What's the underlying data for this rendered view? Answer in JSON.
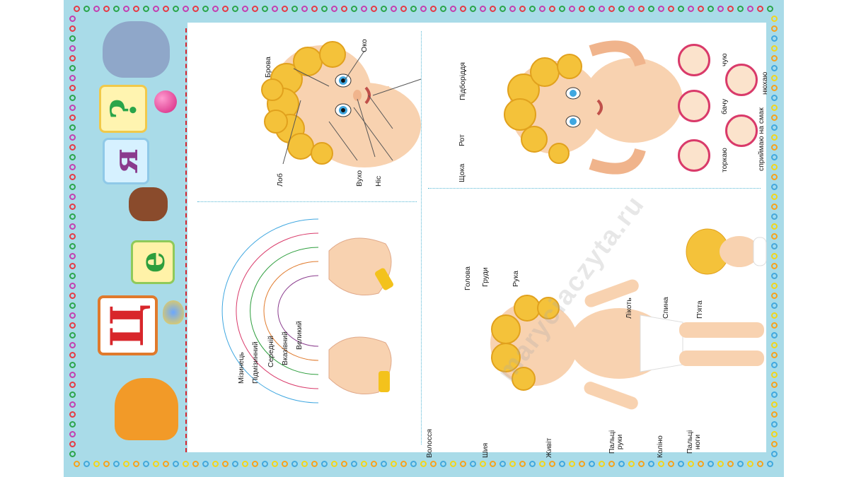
{
  "title_letters": [
    "Ц",
    "е",
    "я",
    "?"
  ],
  "watermark": "maryciaczyta.ru",
  "face_labels": [
    "Брова",
    "Око",
    "Підборіддя",
    "Рот",
    "Щока",
    "Ніс",
    "Вухо",
    "Лоб"
  ],
  "senses": [
    {
      "label": "чую",
      "icon": "ear-icon"
    },
    {
      "label": "нюхаю",
      "icon": "nose-icon"
    },
    {
      "label": "бачу",
      "icon": "eye-icon"
    },
    {
      "label": "сприймаю на смак",
      "icon": "mouth-icon"
    },
    {
      "label": "торкаю",
      "icon": "hand-icon"
    }
  ],
  "fingers": [
    "Мізинець",
    "Підмізинний",
    "Середній",
    "Вказівний",
    "Великий"
  ],
  "body_labels": [
    "Голова",
    "Груди",
    "Рука",
    "Волосся",
    "Шия",
    "Живіт",
    "Пальці руки",
    "Коліно",
    "Пальці ноги",
    "Лікоть",
    "Спина",
    "П'ята"
  ],
  "colors": {
    "background": "#a9dbe8",
    "sheet": "#ffffff",
    "divider": "#55b7d4",
    "skin": "#f8d2b0",
    "hair": "#f4c23a"
  }
}
